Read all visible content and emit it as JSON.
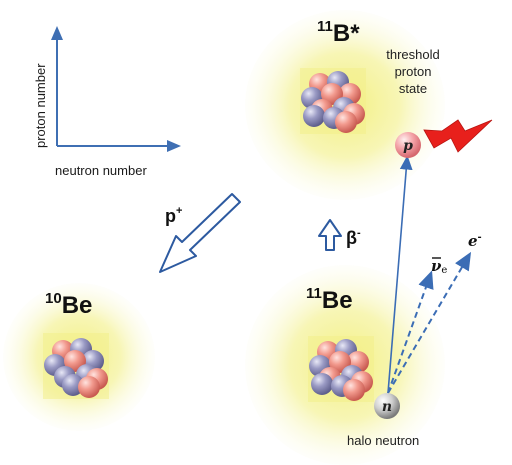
{
  "axes": {
    "x_label": "neutron number",
    "y_label": "proton number"
  },
  "nuclei": {
    "b11_star": {
      "mass": "11",
      "symbol": "B*"
    },
    "be11": {
      "mass": "11",
      "symbol": "Be"
    },
    "be10": {
      "mass": "10",
      "symbol": "Be"
    }
  },
  "state_label": [
    "threshold",
    "proton",
    "state"
  ],
  "halo_label": "halo neutron",
  "decays": {
    "proton_emission": {
      "symbol": "p",
      "charge": "+"
    },
    "beta_decay": {
      "symbol": "β",
      "charge": "-"
    }
  },
  "particles": {
    "proton": "p",
    "neutron": "n",
    "antineutrino": "ν",
    "antineutrino_sub": "e",
    "electron": "e",
    "electron_charge": "-"
  },
  "colors": {
    "axis": "#3f6fb3",
    "arrow": "#3b6db5",
    "halo_glow": "#f4f29a",
    "proton_ball": "#f08a8a",
    "neutron_ball": "#8f8fb6",
    "lightning": "#e8201c"
  }
}
